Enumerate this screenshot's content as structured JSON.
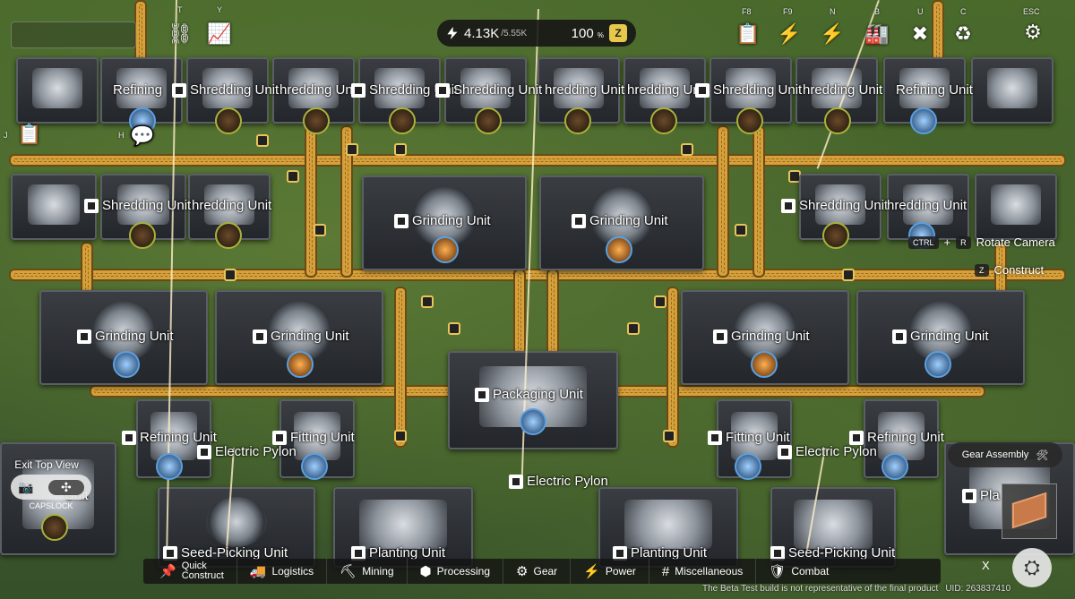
{
  "hud": {
    "power_current": "4.13K",
    "power_max": "/5.55K",
    "power_percent": "100",
    "percent_sign": "%",
    "power_badge": "Z"
  },
  "top_keys": {
    "t": "T",
    "y": "Y",
    "f8": "F8",
    "f9": "F9",
    "n": "N",
    "b": "B",
    "u": "U",
    "c": "C",
    "esc": "ESC",
    "j": "J",
    "h": "H"
  },
  "machines": {
    "refining": "Refining",
    "refining_unit": "Refining Unit",
    "shredding_unit": "Shredding Unit",
    "shredding_unit_cut": "Shredding Unit",
    "hredding_unit": "hredding Unit",
    "grinding_unit": "Grinding Unit",
    "packaging_unit": "Packaging Unit",
    "fitting_unit": "Fitting Unit",
    "electric_pylon": "Electric Pylon",
    "seed_picking_unit": "Seed-Picking Unit",
    "planting_unit": "Planting Unit",
    "unit": "Unit",
    "pla": "Pla"
  },
  "hints": {
    "rotate_key_a": "CTRL",
    "rotate_plus": "+",
    "rotate_key_b": "R",
    "rotate_label": "Rotate Camera",
    "construct_key": "Z",
    "construct_label": "Construct"
  },
  "exit_top_view": {
    "label": "Exit Top View",
    "caps": "CAPSLOCK"
  },
  "gear_assembly": {
    "label": "Gear Assembly"
  },
  "bottom_menu": {
    "quick_line1": "Quick",
    "quick_line2": "Construct",
    "logistics": "Logistics",
    "mining": "Mining",
    "processing": "Processing",
    "gear": "Gear",
    "power": "Power",
    "miscellaneous": "Miscellaneous",
    "combat": "Combat",
    "close": "X"
  },
  "footer": {
    "beta": "The Beta Test build is not representative of the final product",
    "uid": "UID: 263837410"
  }
}
